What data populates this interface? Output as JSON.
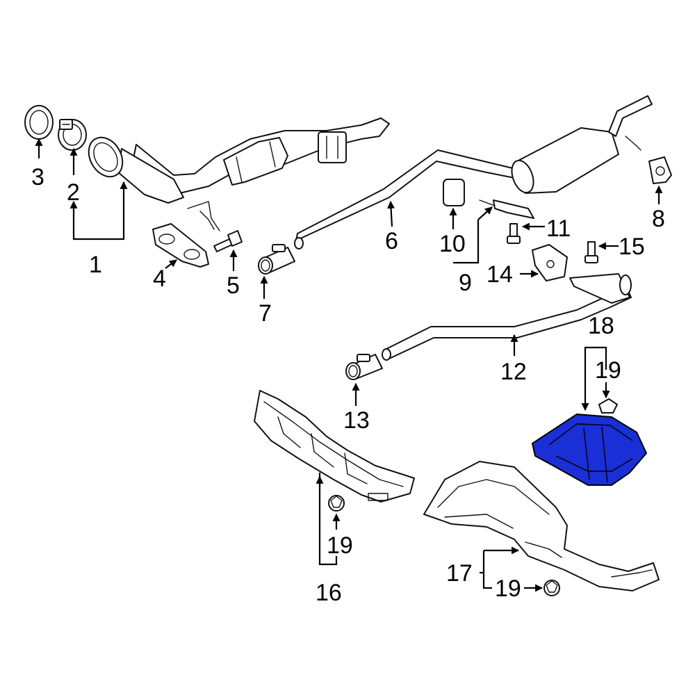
{
  "highlight_color": "#1a2fd6",
  "callouts": {
    "c1": "1",
    "c2": "2",
    "c3": "3",
    "c4": "4",
    "c5": "5",
    "c6": "6",
    "c7": "7",
    "c8": "8",
    "c9": "9",
    "c10": "10",
    "c11": "11",
    "c12": "12",
    "c13": "13",
    "c14": "14",
    "c15": "15",
    "c16": "16",
    "c17": "17",
    "c18": "18",
    "c19_top": "19",
    "c19_left": "19",
    "c19_bottom": "19"
  }
}
